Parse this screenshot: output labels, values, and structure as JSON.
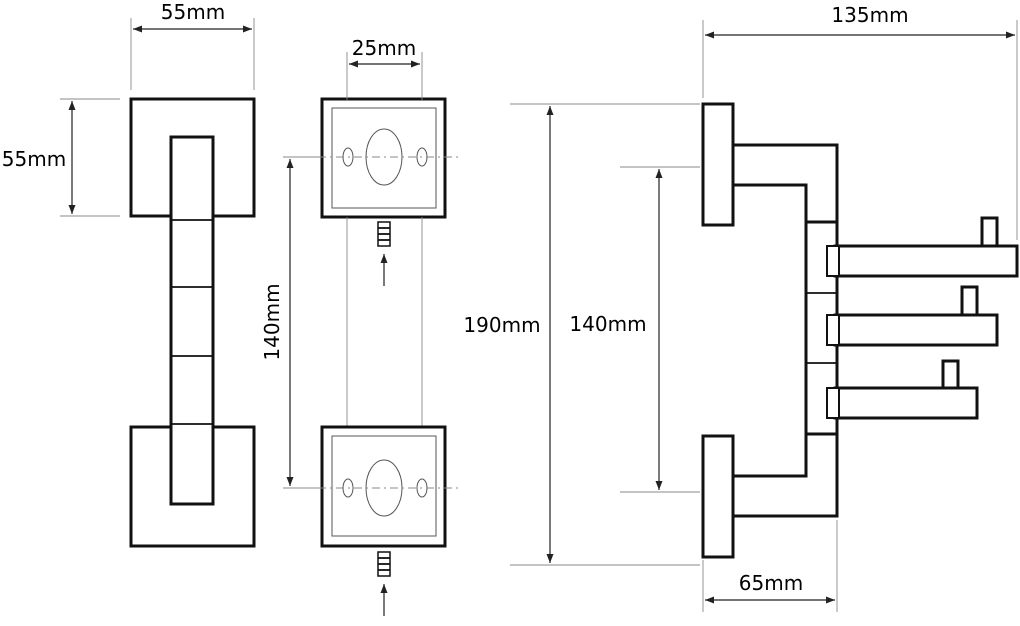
{
  "dimensions": {
    "front_width": "55mm",
    "front_height": "55mm",
    "plate_hole_spacing": "25mm",
    "mount_spacing_back": "140mm",
    "total_height": "190mm",
    "mount_spacing_side": "140mm",
    "total_depth": "135mm",
    "arm_depth": "65mm"
  }
}
